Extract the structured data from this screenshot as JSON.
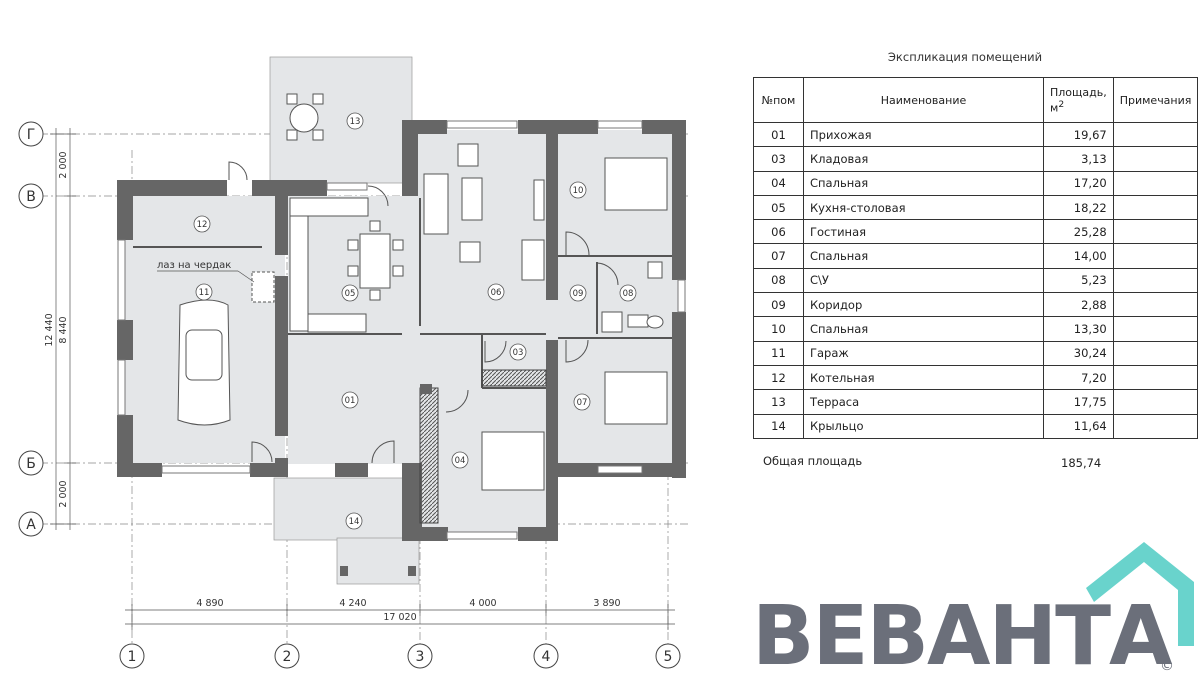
{
  "plan": {
    "axes_rows": [
      "Г",
      "В",
      "Б",
      "А"
    ],
    "axes_cols": [
      "1",
      "2",
      "3",
      "4",
      "5"
    ],
    "dims_bottom": [
      "4 890",
      "4 240",
      "4 000",
      "3 890"
    ],
    "dim_total_bottom": "17 020",
    "dims_left_outer": "12 440",
    "dims_left_inner": [
      "2 000",
      "8 440",
      "2 000"
    ],
    "attic_hatch_label": "лаз на чердак",
    "room_tags": [
      "01",
      "03",
      "04",
      "05",
      "06",
      "07",
      "08",
      "09",
      "10",
      "11",
      "12",
      "13",
      "14"
    ],
    "wall_color": "#666666",
    "room_fill": "#e4e6e8"
  },
  "explication": {
    "title": "Экспликация помещений",
    "headers": {
      "num": "№пом",
      "name": "Наименование",
      "area": "Площадь,",
      "area_unit": "м",
      "area_sup": "2",
      "notes": "Примечания"
    },
    "rows": [
      {
        "num": "01",
        "name": "Прихожая",
        "area": "19,67"
      },
      {
        "num": "03",
        "name": "Кладовая",
        "area": "3,13"
      },
      {
        "num": "04",
        "name": "Спальная",
        "area": "17,20"
      },
      {
        "num": "05",
        "name": "Кухня-столовая",
        "area": "18,22"
      },
      {
        "num": "06",
        "name": "Гостиная",
        "area": "25,28"
      },
      {
        "num": "07",
        "name": "Спальная",
        "area": "14,00"
      },
      {
        "num": "08",
        "name": "С\\У",
        "area": "5,23"
      },
      {
        "num": "09",
        "name": "Коридор",
        "area": "2,88"
      },
      {
        "num": "10",
        "name": "Спальная",
        "area": "13,30"
      },
      {
        "num": "11",
        "name": "Гараж",
        "area": "30,24"
      },
      {
        "num": "12",
        "name": "Котельная",
        "area": "7,20"
      },
      {
        "num": "13",
        "name": "Терраса",
        "area": "17,75"
      },
      {
        "num": "14",
        "name": "Крыльцо",
        "area": "11,64"
      }
    ],
    "total_label": "Общая площадь",
    "total_value": "185,74"
  },
  "logo": {
    "text": "ВЕВАНТА",
    "copyright": "©",
    "roof_color": "#69d3cc",
    "text_color": "#6b6f7a"
  }
}
